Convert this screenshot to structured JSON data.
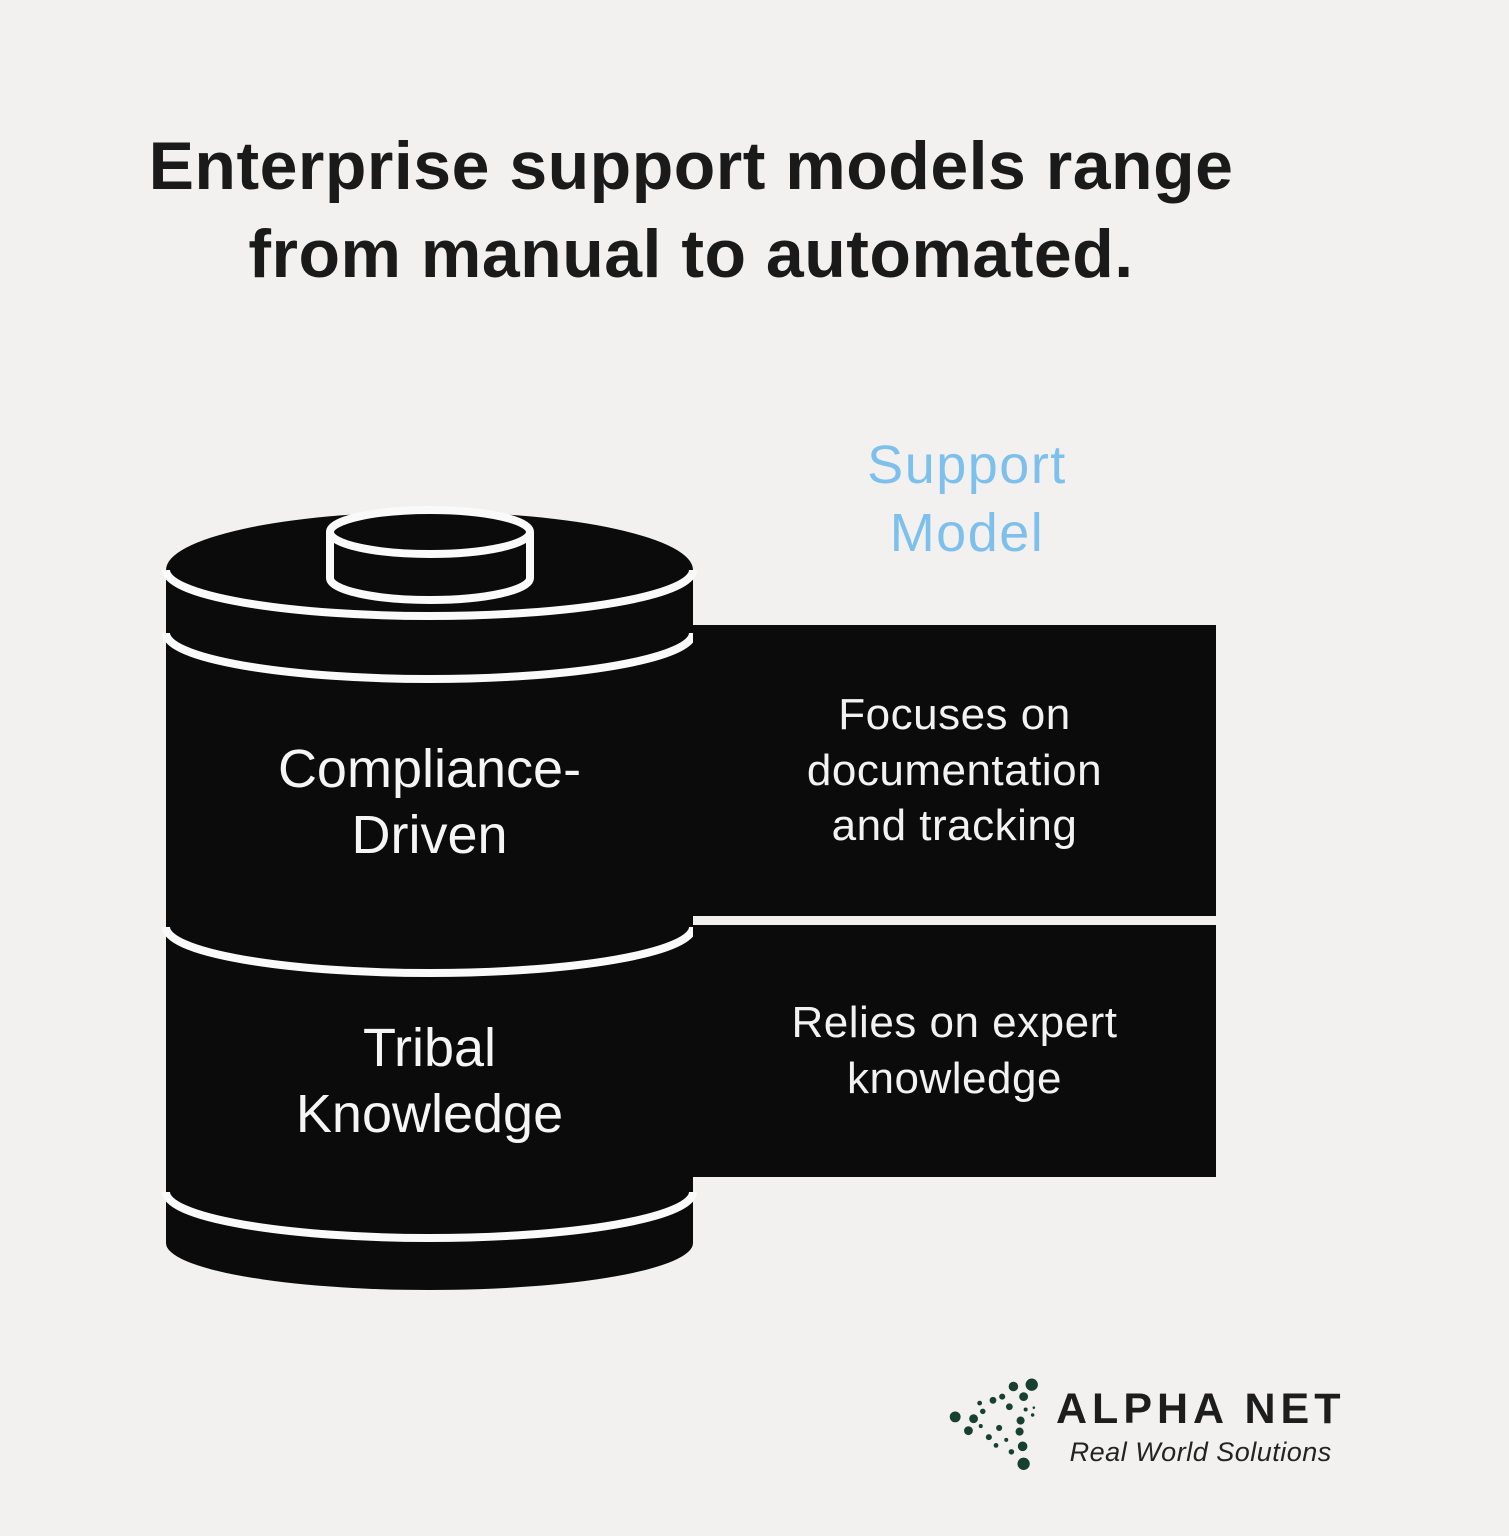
{
  "page": {
    "background_color": "#f2f1f0",
    "title": "Enterprise support models range\nfrom manual to automated."
  },
  "header": {
    "column_label": "Support\nModel",
    "column_label_color": "#7ec0ec"
  },
  "diagram": {
    "type": "stacked-database-cylinder",
    "fill_color": "#0b0b0b",
    "stroke_color": "#fafafa",
    "segments": [
      {
        "label": "Compliance-\nDriven",
        "description": "Focuses on\ndocumentation\nand tracking"
      },
      {
        "label": "Tribal\nKnowledge",
        "description": "Relies on expert\nknowledge"
      }
    ]
  },
  "footer": {
    "brand": "ALPHA NET",
    "tagline": "Real World Solutions",
    "logo": {
      "icon": "dots-triangle-icon",
      "color": "#17402f"
    }
  }
}
